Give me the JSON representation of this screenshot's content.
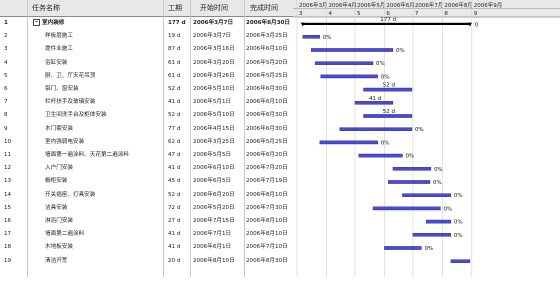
{
  "columns": {
    "id": "",
    "name": "任务名称",
    "duration": "工期",
    "start": "开始时间",
    "finish": "完成时间"
  },
  "timeline_months": [
    "2006年3月",
    "2006年4月",
    "2006年5月",
    "2006年6月",
    "2006年7月",
    "2006年8月",
    "2006年9月"
  ],
  "timeline_days": [
    "3",
    "4",
    "5",
    "6",
    "7",
    "8",
    "9"
  ],
  "rows": [
    {
      "id": "1",
      "name": "室内装修",
      "dur": "177 d",
      "start": "2006年3月7日",
      "end": "2006年8月30日",
      "summary": true,
      "label": "177 d"
    },
    {
      "id": "2",
      "name": "样板层施工",
      "dur": "19 d",
      "start": "2006年3月7日",
      "end": "2006年3月25日",
      "label": "0%"
    },
    {
      "id": "3",
      "name": "提件业施工",
      "dur": "87 d",
      "start": "2006年3月16日",
      "end": "2006年6月10日",
      "label": "0%"
    },
    {
      "id": "4",
      "name": "浴缸安装",
      "dur": "61 d",
      "start": "2006年3月20日",
      "end": "2006年5月20日",
      "label": "0%"
    },
    {
      "id": "5",
      "name": "厨、卫、厅天花吊顶",
      "dur": "61 d",
      "start": "2006年3月26日",
      "end": "2006年5月25日",
      "label": "0%"
    },
    {
      "id": "6",
      "name": "铝门、窗安装",
      "dur": "52 d",
      "start": "2006年5月10日",
      "end": "2006年6月30日",
      "label": "52 d"
    },
    {
      "id": "7",
      "name": "栏杆扶手及玻璃安装",
      "dur": "41 d",
      "start": "2006年5月1日",
      "end": "2006年6月10日",
      "label": "41 d"
    },
    {
      "id": "8",
      "name": "卫生间洗手台及柜体安装",
      "dur": "52 d",
      "start": "2006年5月10日",
      "end": "2006年6月30日",
      "label": "52 d"
    },
    {
      "id": "9",
      "name": "木门套安装",
      "dur": "77 d",
      "start": "2006年4月15日",
      "end": "2006年6月30日",
      "label": "0%"
    },
    {
      "id": "10",
      "name": "室内强弱电安装",
      "dur": "62 d",
      "start": "2006年3月25日",
      "end": "2006年5月25日",
      "label": "0%"
    },
    {
      "id": "11",
      "name": "墙面第一遍涂料、天花第二遍涂料",
      "dur": "47 d",
      "start": "2006年5月5日",
      "end": "2006年6月20日",
      "label": "0%"
    },
    {
      "id": "12",
      "name": "入户门安装",
      "dur": "41 d",
      "start": "2006年6月10日",
      "end": "2006年7月20日",
      "label": "0%"
    },
    {
      "id": "13",
      "name": "橱柜安装",
      "dur": "45 d",
      "start": "2006年6月5日",
      "end": "2006年7月19日",
      "label": "0%"
    },
    {
      "id": "14",
      "name": "开关插座、灯具安装",
      "dur": "52 d",
      "start": "2006年6月20日",
      "end": "2006年8月10日",
      "label": "0%"
    },
    {
      "id": "15",
      "name": "洁具安装",
      "dur": "72 d",
      "start": "2006年5月20日",
      "end": "2006年7月30日",
      "label": "0%"
    },
    {
      "id": "16",
      "name": "淋浴门安装",
      "dur": "27 d",
      "start": "2006年7月15日",
      "end": "2006年8月10日",
      "label": "0%"
    },
    {
      "id": "17",
      "name": "墙面第二遍涂料",
      "dur": "41 d",
      "start": "2006年7月1日",
      "end": "2006年8月10日",
      "label": "0%"
    },
    {
      "id": "18",
      "name": "木地板安装",
      "dur": "41 d",
      "start": "2006年6月1日",
      "end": "2006年7月10日",
      "label": "0%"
    },
    {
      "id": "19",
      "name": "清洁开荒",
      "dur": "20 d",
      "start": "2006年8月10日",
      "end": "2006年8月30日",
      "label": ""
    }
  ],
  "colors": {
    "bar": "#4a4ad0",
    "summary": "#000000",
    "header": "#e8e8e8"
  }
}
